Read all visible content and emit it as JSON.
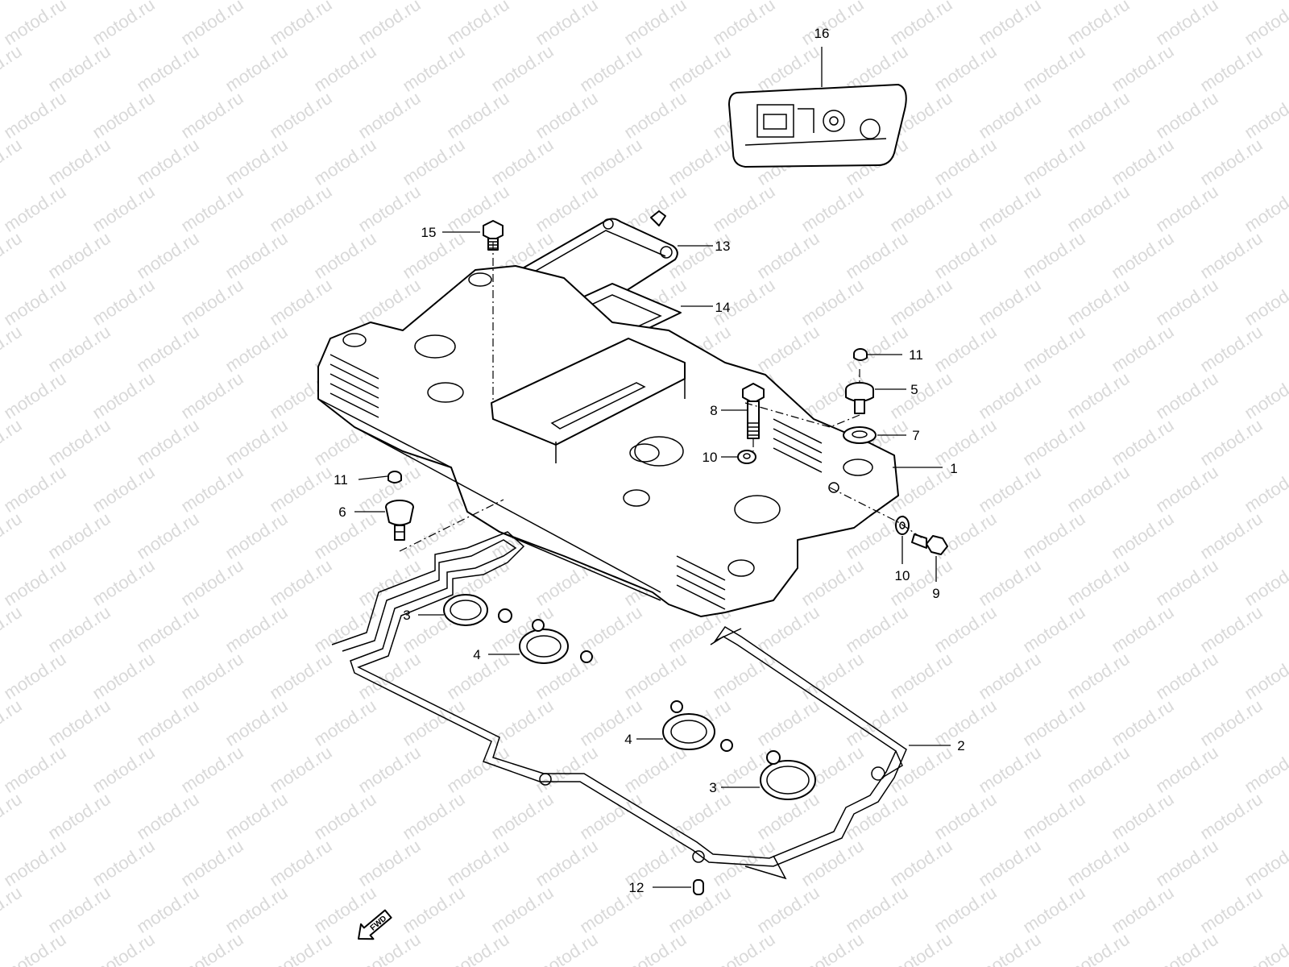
{
  "watermark": {
    "text": "motod.ru"
  },
  "callouts": {
    "c1": "1",
    "c2": "2",
    "c3a": "3",
    "c3b": "3",
    "c4a": "4",
    "c4b": "4",
    "c5": "5",
    "c6": "6",
    "c7": "7",
    "c8": "8",
    "c9": "9",
    "c10a": "10",
    "c10b": "10",
    "c11a": "11",
    "c11b": "11",
    "c12": "12",
    "c13": "13",
    "c14": "14",
    "c15": "15",
    "c16": "16"
  },
  "direction_arrow": {
    "text": "FWD"
  }
}
